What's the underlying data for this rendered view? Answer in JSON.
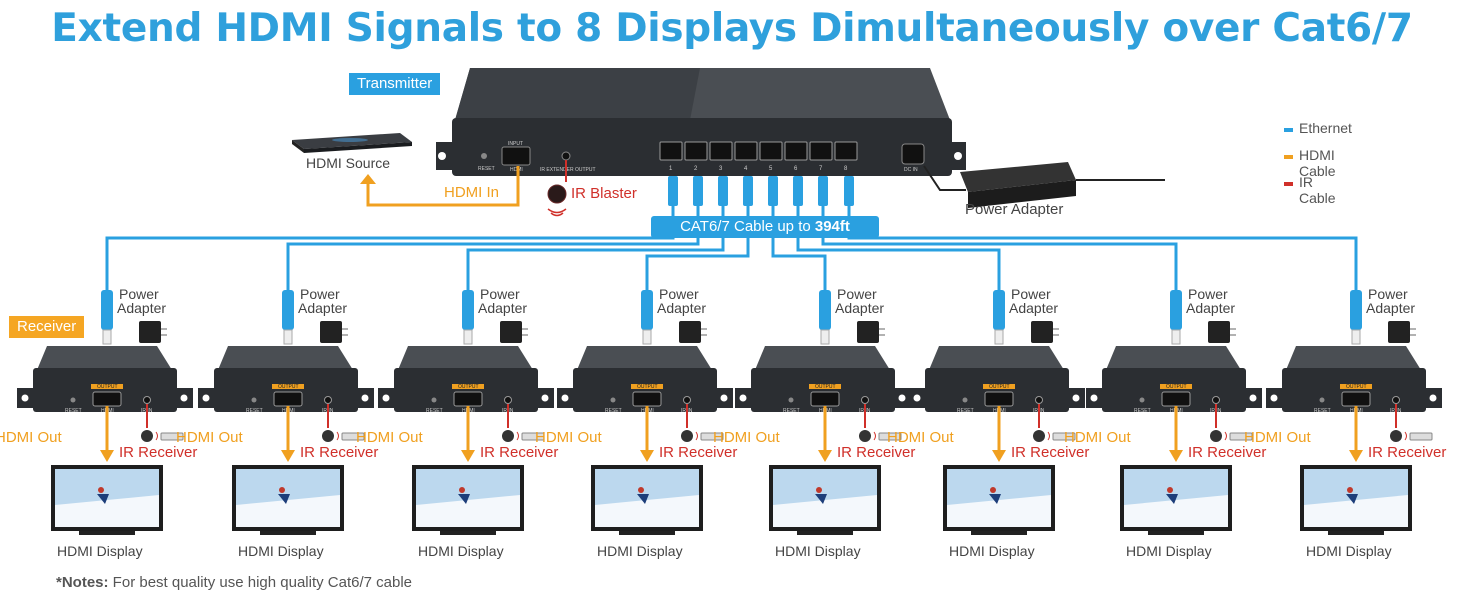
{
  "headline": "Extend HDMI Signals to 8 Displays Dimultaneously over Cat6/7",
  "transmitter_tag": "Transmitter",
  "receiver_tag": "Receiver",
  "hdmi_source_label": "HDMI Source",
  "hdmi_in_label": "HDMI In",
  "ir_blaster_label": "IR Blaster",
  "power_adapter_main": "Power Adapter",
  "cable_banner": {
    "prefix": "CAT6/7 Cable up to ",
    "distance": "394ft"
  },
  "transmitter_ports": {
    "reset": "RESET",
    "hdmi": "HDMI",
    "input": "INPUT",
    "ir_ext": "IR EXTENDER OUTPUT",
    "dc_in": "DC IN",
    "port_numbers": [
      "1",
      "2",
      "3",
      "4",
      "5",
      "6",
      "7",
      "8"
    ]
  },
  "legend": [
    {
      "label": "Ethernet",
      "color": "#2aa0e0"
    },
    {
      "label": "HDMI Cable",
      "color": "#f0a020"
    },
    {
      "label": "IR Cable",
      "color": "#d0302a"
    }
  ],
  "receiver_labels": {
    "power_adapter": "Power Adapter",
    "hdmi_out": "HDMI Out",
    "ir_receiver": "IR Receiver",
    "hdmi_display": "HDMI Display",
    "output": "OUTPUT",
    "hdmi": "HDMI",
    "reset": "RESET",
    "ir_in": "IR IN"
  },
  "receivers": [
    {
      "id": 1
    },
    {
      "id": 2
    },
    {
      "id": 3
    },
    {
      "id": 4
    },
    {
      "id": 5
    },
    {
      "id": 6
    },
    {
      "id": 7
    },
    {
      "id": 8
    }
  ],
  "colors": {
    "accent_blue": "#2fa0dc",
    "ethernet": "#2aa0e0",
    "hdmi": "#f0a020",
    "ir": "#d0302a",
    "receiver_tag": "#f5a623"
  },
  "notes": {
    "bold": "*Notes:",
    "text": " For best quality use high quality Cat6/7 cable"
  }
}
